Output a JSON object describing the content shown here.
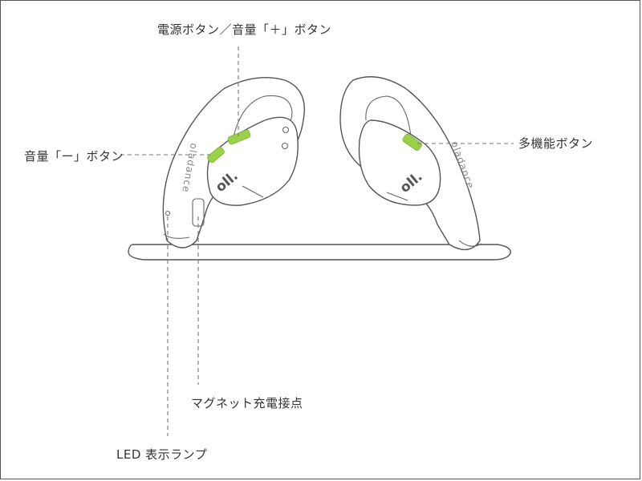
{
  "labels": {
    "power_volume_plus": "電源ボタン／音量「＋」ボタン",
    "volume_minus": "音量「ー」ボタン",
    "multifunction": "多機能ボタン",
    "magnetic_charging": "マグネット充電接点",
    "led": "LED 表示ランプ"
  },
  "device": {
    "logo_text": "oll.",
    "brand_text": "oladance"
  },
  "colors": {
    "button_accent": "#9bd14a",
    "outline": "#555555"
  }
}
